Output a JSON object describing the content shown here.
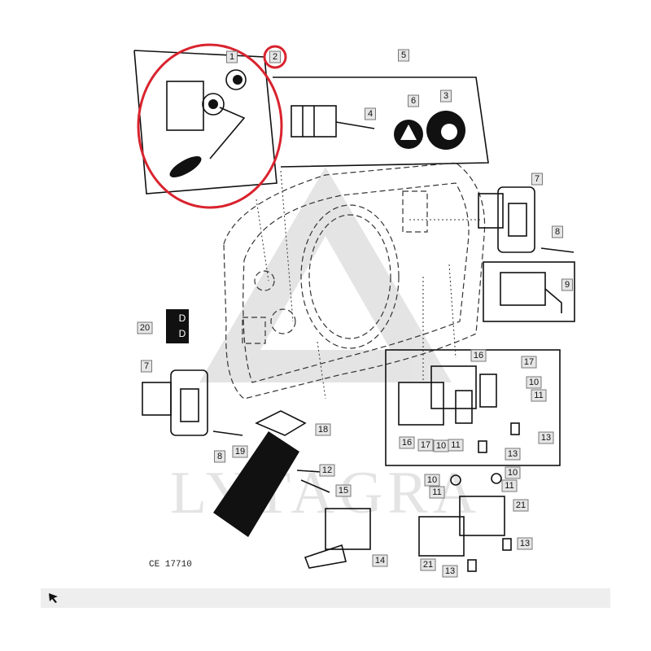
{
  "diagram": {
    "drawing_code": "CE 17710",
    "watermark": "LYTAGRA",
    "highlight_color": "#d9232e",
    "callouts": [
      {
        "label": "1"
      },
      {
        "label": "2"
      },
      {
        "label": "5"
      },
      {
        "label": "4"
      },
      {
        "label": "6"
      },
      {
        "label": "3"
      },
      {
        "label": "7"
      },
      {
        "label": "8"
      },
      {
        "label": "9"
      },
      {
        "label": "20"
      },
      {
        "label": "7"
      },
      {
        "label": "16"
      },
      {
        "label": "17"
      },
      {
        "label": "10"
      },
      {
        "label": "11"
      },
      {
        "label": "16"
      },
      {
        "label": "17"
      },
      {
        "label": "10"
      },
      {
        "label": "11"
      },
      {
        "label": "13"
      },
      {
        "label": "13"
      },
      {
        "label": "18"
      },
      {
        "label": "8"
      },
      {
        "label": "19"
      },
      {
        "label": "12"
      },
      {
        "label": "15"
      },
      {
        "label": "10"
      },
      {
        "label": "11"
      },
      {
        "label": "10"
      },
      {
        "label": "11"
      },
      {
        "label": "21"
      },
      {
        "label": "13"
      },
      {
        "label": "14"
      },
      {
        "label": "21"
      },
      {
        "label": "13"
      }
    ]
  },
  "toolbar": {
    "cursor_icon": "pointer-arrow-icon"
  }
}
